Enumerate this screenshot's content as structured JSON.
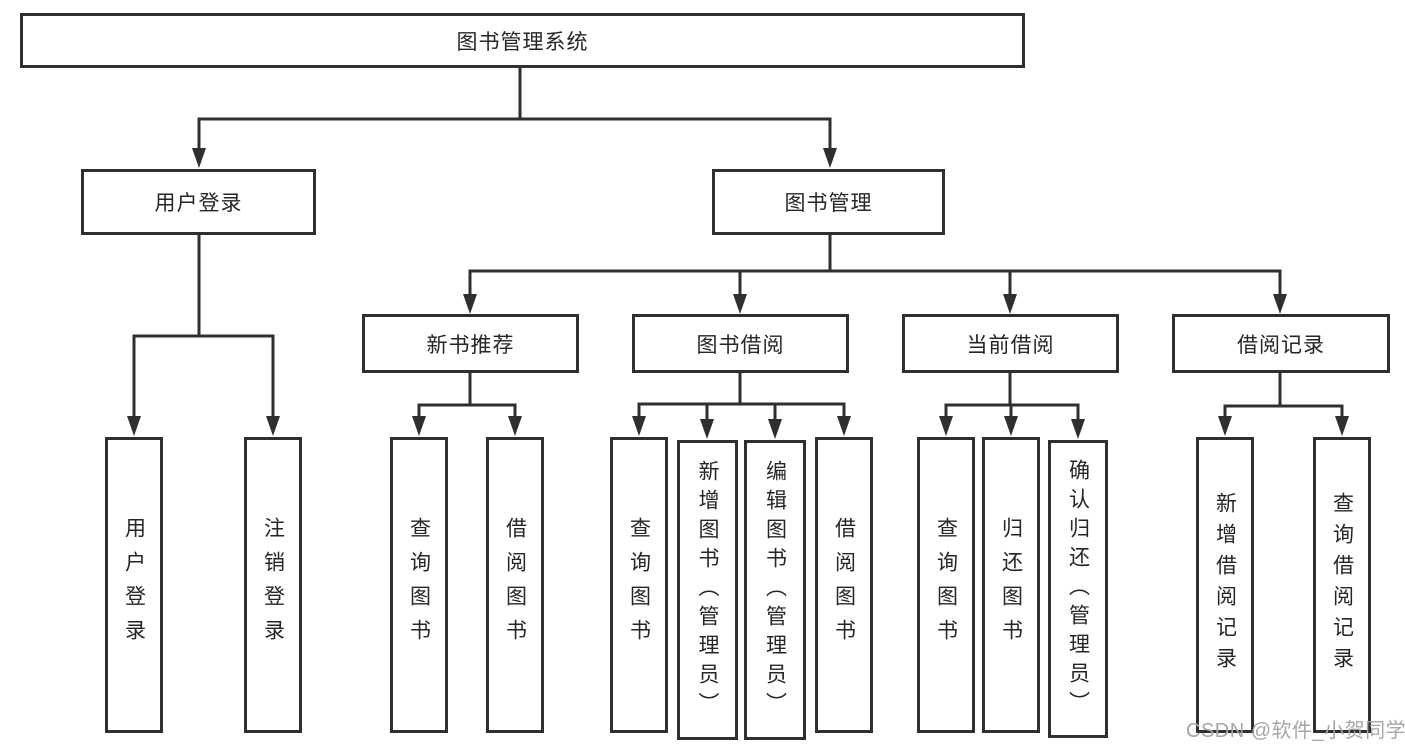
{
  "colors": {
    "line": "#2f2f2f",
    "text": "#262626",
    "watermark_text_color": "#a3a6aa",
    "background": "#ffffff"
  },
  "watermark": {
    "text": "CSDN @软件_小贺同学"
  },
  "tree": {
    "root": {
      "label": "图书管理系统",
      "children": [
        {
          "label": "用户登录",
          "children": [
            {
              "label": "用户登录"
            },
            {
              "label": "注销登录"
            }
          ]
        },
        {
          "label": "图书管理",
          "children": [
            {
              "label": "新书推荐",
              "children": [
                {
                  "label": "查询图书"
                },
                {
                  "label": "借阅图书"
                }
              ]
            },
            {
              "label": "图书借阅",
              "children": [
                {
                  "label": "查询图书"
                },
                {
                  "label": "新增图书（管理员）"
                },
                {
                  "label": "编辑图书（管理员）"
                },
                {
                  "label": "借阅图书"
                }
              ]
            },
            {
              "label": "当前借阅",
              "children": [
                {
                  "label": "查询图书"
                },
                {
                  "label": "归还图书"
                },
                {
                  "label": "确认归还（管理员）"
                }
              ]
            },
            {
              "label": "借阅记录",
              "children": [
                {
                  "label": "新增借阅记录"
                },
                {
                  "label": "查询借阅记录"
                }
              ]
            }
          ]
        }
      ]
    }
  }
}
